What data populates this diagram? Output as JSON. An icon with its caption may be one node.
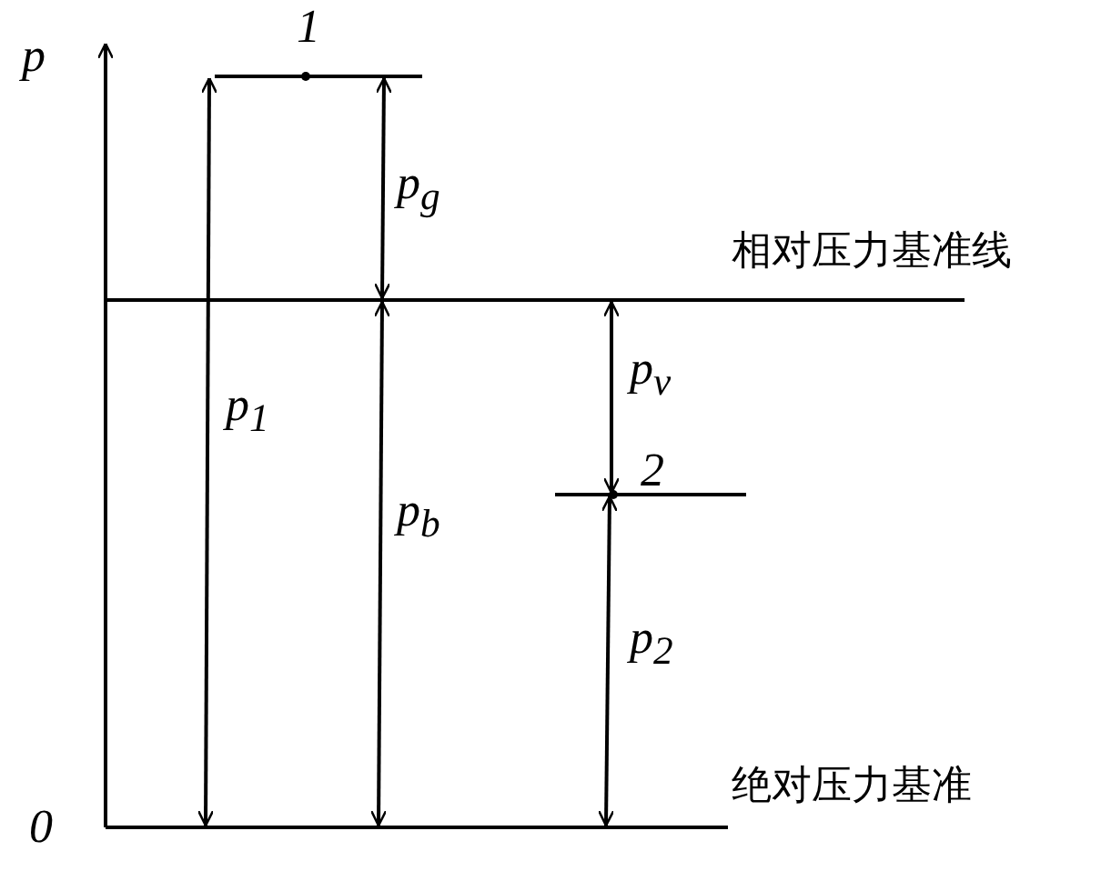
{
  "diagram": {
    "labels": [
      "p",
      "1",
      "p$_{g}$",
      "相对压力基准线",
      "p$_{1}$",
      "p$_{v}$",
      "2",
      "p$_{b}$",
      "p$_{2}$",
      "0",
      "绝对压力基准"
    ]
  }
}
